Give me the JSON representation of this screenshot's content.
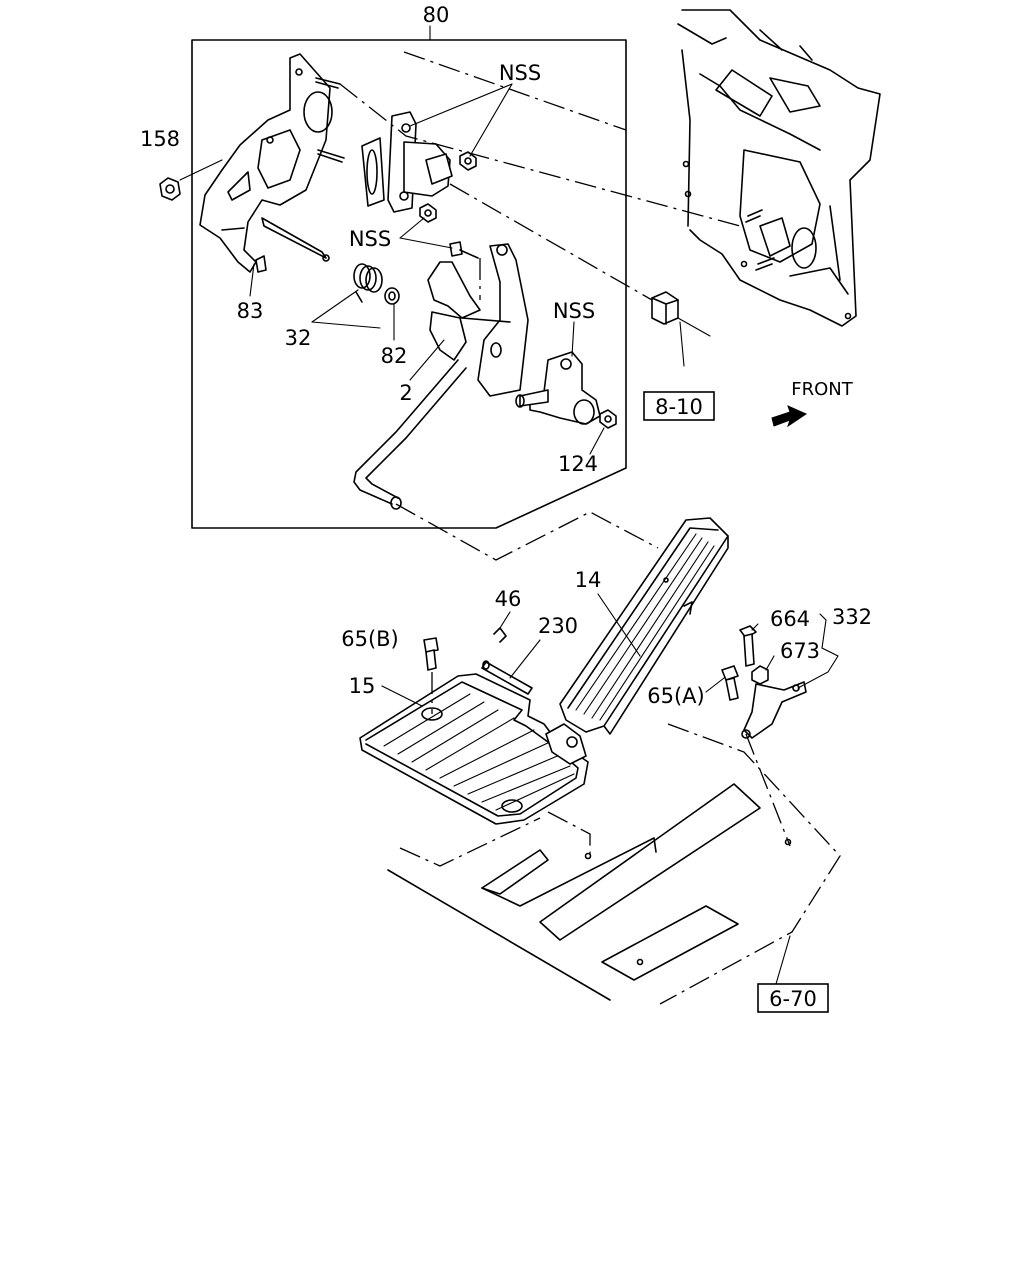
{
  "labels": {
    "main_assembly": "80",
    "nut_158": "158",
    "nss_top": "NSS",
    "nss_mid": "NSS",
    "nss_right": "NSS",
    "pin_83": "83",
    "spring_32": "32",
    "bushing_82": "82",
    "pedal_arm_2": "2",
    "nut_124": "124",
    "pedal_14": "14",
    "clip_46": "46",
    "pin_230": "230",
    "bolt_65b": "65(B)",
    "plate_15": "15",
    "bolt_664": "664",
    "bracket_332": "332",
    "nut_673": "673",
    "bolt_65a": "65(A)",
    "front": "FRONT"
  },
  "references": {
    "ref_8_10": "8-10",
    "ref_6_70": "6-70"
  },
  "icons": {
    "front_arrow": "arrow-right-icon"
  },
  "colors": {
    "ink": "#000000",
    "paper": "#ffffff"
  }
}
